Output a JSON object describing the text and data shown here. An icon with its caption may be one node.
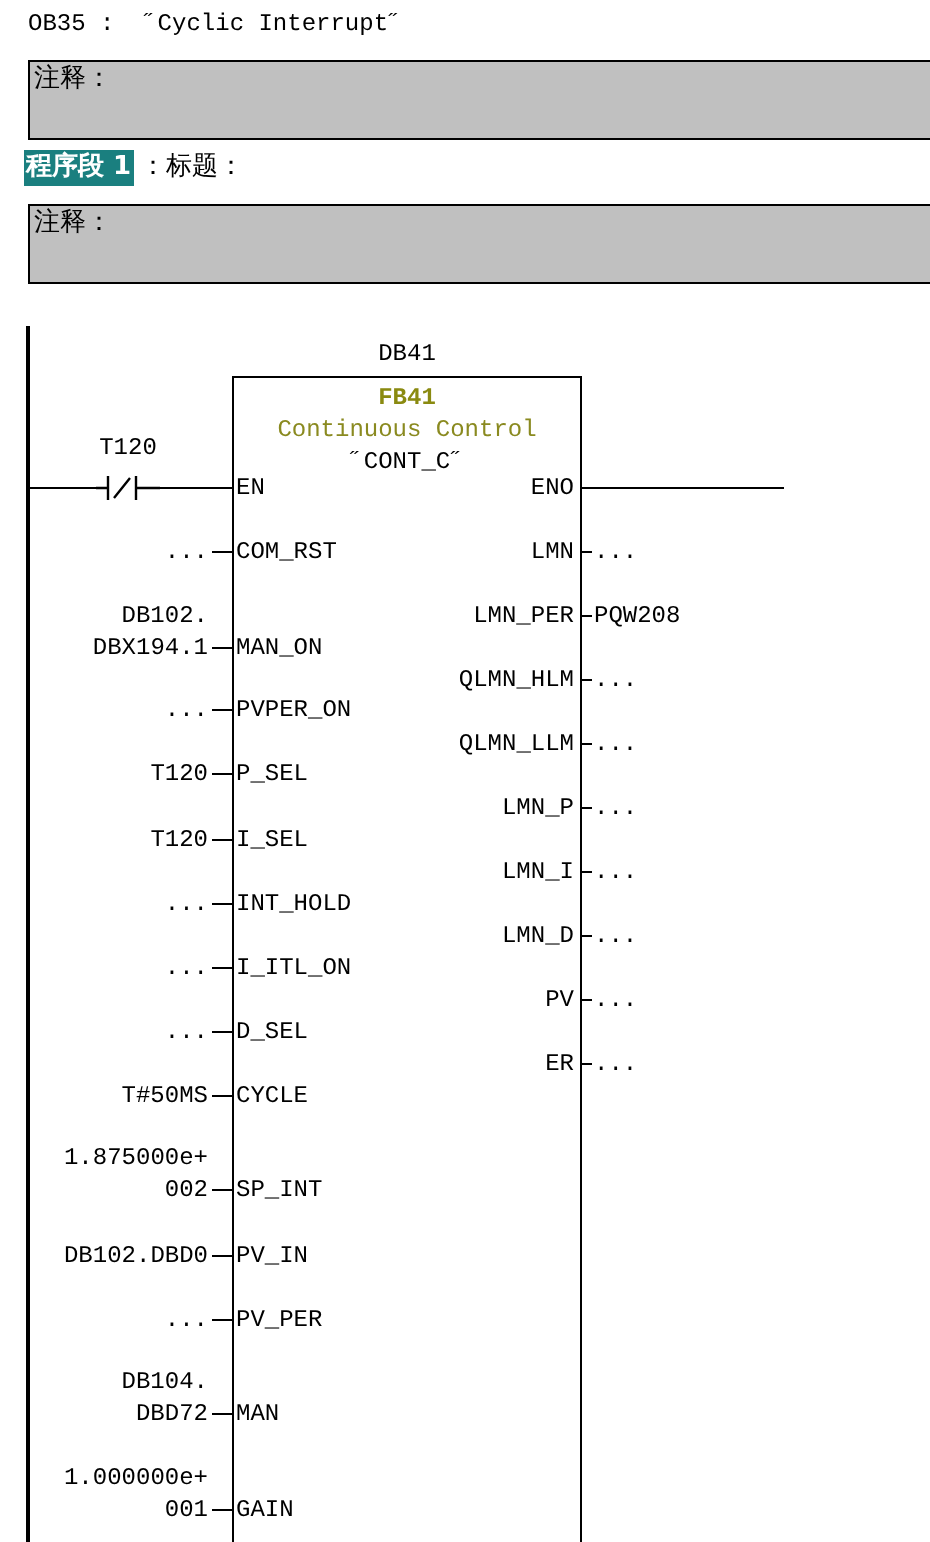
{
  "diagram": {
    "title": "OB35 :  ˝Cyclic Interrupt˝",
    "labels": [
      "程序段 1",
      "：标题："
    ],
    "nodes": [
      {
        "text": [
          "注释："
        ]
      },
      {
        "text": [
          "注释："
        ]
      },
      {
        "text": [],
        "shape": "bar"
      },
      {
        "text": [
          "T120"
        ]
      },
      {
        "text": [
          "FB41",
          "Continuous Control",
          "˝CONT_C˝"
        ],
        "beside": [
          "DB41"
        ]
      },
      {
        "text": [
          "EN"
        ],
        "in": 4
      },
      {
        "text": [
          "COM_RST"
        ],
        "in": 4
      },
      {
        "text": [
          "MAN_ON"
        ],
        "in": 4
      },
      {
        "text": [
          "PVPER_ON"
        ],
        "in": 4
      },
      {
        "text": [
          "P_SEL"
        ],
        "in": 4
      },
      {
        "text": [
          "I_SEL"
        ],
        "in": 4
      },
      {
        "text": [
          "INT_HOLD"
        ],
        "in": 4
      },
      {
        "text": [
          "I_ITL_ON"
        ],
        "in": 4
      },
      {
        "text": [
          "D_SEL"
        ],
        "in": 4
      },
      {
        "text": [
          "CYCLE"
        ],
        "in": 4
      },
      {
        "text": [
          "SP_INT"
        ],
        "in": 4
      },
      {
        "text": [
          "PV_IN"
        ],
        "in": 4
      },
      {
        "text": [
          "PV_PER"
        ],
        "in": 4
      },
      {
        "text": [
          "MAN"
        ],
        "in": 4
      },
      {
        "text": [
          "GAIN"
        ],
        "in": 4
      },
      {
        "text": [
          "ENO"
        ],
        "in": 4
      },
      {
        "text": [
          "LMN"
        ],
        "in": 4
      },
      {
        "text": [
          "LMN_PER"
        ],
        "in": 4
      },
      {
        "text": [
          "QLMN_HLM"
        ],
        "in": 4
      },
      {
        "text": [
          "QLMN_LLM"
        ],
        "in": 4
      },
      {
        "text": [
          "LMN_P"
        ],
        "in": 4
      },
      {
        "text": [
          "LMN_I"
        ],
        "in": 4
      },
      {
        "text": [
          "LMN_D"
        ],
        "in": 4
      },
      {
        "text": [
          "PV"
        ],
        "in": 4
      },
      {
        "text": [
          "ER"
        ],
        "in": 4
      },
      {
        "text": [
          "..."
        ]
      },
      {
        "text": [
          "DB102. DBX194.1"
        ]
      },
      {
        "text": [
          "..."
        ]
      },
      {
        "text": [
          "T120"
        ]
      },
      {
        "text": [
          "T120"
        ]
      },
      {
        "text": [
          "..."
        ]
      },
      {
        "text": [
          "..."
        ]
      },
      {
        "text": [
          "..."
        ]
      },
      {
        "text": [
          "T#50MS"
        ]
      },
      {
        "text": [
          "1.875000e+ 002"
        ]
      },
      {
        "text": [
          "DB102.DBD0"
        ]
      },
      {
        "text": [
          "..."
        ]
      },
      {
        "text": [
          "DB104. DBD72"
        ]
      },
      {
        "text": [
          "1.000000e+ 001"
        ]
      },
      {
        "text": [
          "..."
        ]
      },
      {
        "text": [
          "PQW208"
        ]
      },
      {
        "text": [
          "..."
        ]
      },
      {
        "text": [
          "..."
        ]
      },
      {
        "text": [
          "..."
        ]
      },
      {
        "text": [
          "..."
        ]
      },
      {
        "text": [
          "..."
        ]
      },
      {
        "text": [
          "..."
        ]
      },
      {
        "text": [
          "..."
        ]
      }
    ],
    "edges": [
      {
        "from": 2,
        "to": 3,
        "arrow": "none"
      },
      {
        "from": 3,
        "to": 5,
        "arrow": "none"
      },
      {
        "from": 20,
        "to": null,
        "arrow": "none"
      },
      {
        "from": 30,
        "to": 6,
        "arrow": "none"
      },
      {
        "from": 31,
        "to": 7,
        "arrow": "none"
      },
      {
        "from": 32,
        "to": 8,
        "arrow": "none"
      },
      {
        "from": 33,
        "to": 9,
        "arrow": "none"
      },
      {
        "from": 34,
        "to": 10,
        "arrow": "none"
      },
      {
        "from": 35,
        "to": 11,
        "arrow": "none"
      },
      {
        "from": 36,
        "to": 12,
        "arrow": "none"
      },
      {
        "from": 37,
        "to": 13,
        "arrow": "none"
      },
      {
        "from": 38,
        "to": 14,
        "arrow": "none"
      },
      {
        "from": 39,
        "to": 15,
        "arrow": "none"
      },
      {
        "from": 40,
        "to": 16,
        "arrow": "none"
      },
      {
        "from": 41,
        "to": 17,
        "arrow": "none"
      },
      {
        "from": 42,
        "to": 18,
        "arrow": "none"
      },
      {
        "from": 43,
        "to": 19,
        "arrow": "none"
      },
      {
        "from": 21,
        "to": 44,
        "arrow": "none"
      },
      {
        "from": 22,
        "to": 45,
        "arrow": "none"
      },
      {
        "from": 23,
        "to": 46,
        "arrow": "none"
      },
      {
        "from": 24,
        "to": 47,
        "arrow": "none"
      },
      {
        "from": 25,
        "to": 48,
        "arrow": "none"
      },
      {
        "from": 26,
        "to": 49,
        "arrow": "none"
      },
      {
        "from": 27,
        "to": 50,
        "arrow": "none"
      },
      {
        "from": 28,
        "to": 51,
        "arrow": "none"
      },
      {
        "from": 29,
        "to": 52,
        "arrow": "none"
      }
    ]
  }
}
